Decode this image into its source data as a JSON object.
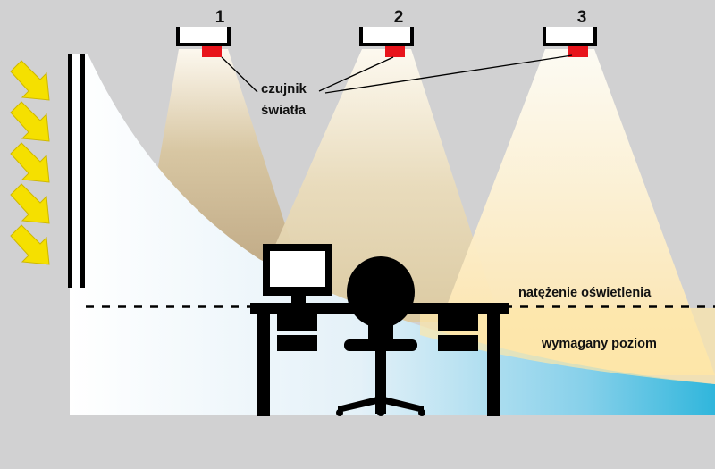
{
  "lamps": [
    {
      "number": "1"
    },
    {
      "number": "2"
    },
    {
      "number": "3"
    }
  ],
  "labels": {
    "sensor_line1": "czujnik",
    "sensor_line2": "światła",
    "illuminance": "natężenie oświetlenia",
    "required_level": "wymagany poziom"
  },
  "colors": {
    "background": "#d1d1d2",
    "daylight_arrow": "#f5e000",
    "sensor": "#e8141b",
    "daylight_gradient_start": "#ffffff",
    "daylight_gradient_end": "#30b6dc",
    "lamp_beam_warm": "#fdebb9",
    "lamp_beam_shadow": "#c6ae84",
    "furniture": "#000000"
  },
  "icons": {
    "daylight": "arrow-right-down",
    "workstation": "desk-monitor-chair"
  }
}
